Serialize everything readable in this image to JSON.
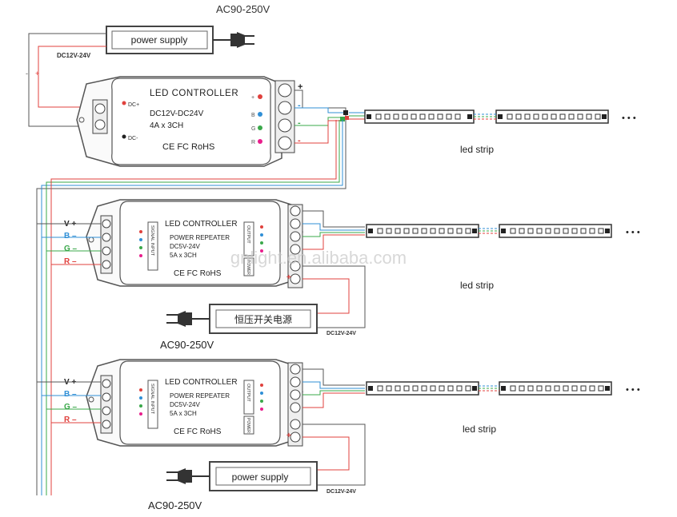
{
  "top": {
    "ac_label": "AC90-250V",
    "power_supply_label": "power supply",
    "dc_label": "DC12V-24V",
    "minus_sign": "-",
    "plus_sign": "+"
  },
  "controller": {
    "title": "LED CONTROLLER",
    "dc_plus": "DC+",
    "dc_minus": "DC-",
    "voltage": "DC12V-DC24V",
    "current": "4A x 3CH",
    "certs": "CE FC RoHS",
    "terminals": [
      "+",
      "B",
      "G",
      "R"
    ],
    "signs": [
      "+",
      "-",
      "-",
      "-"
    ]
  },
  "repeater1": {
    "title": "LED CONTROLLER",
    "subtitle": "POWER REPEATER",
    "voltage": "DC5V-24V",
    "current": "5A x 3CH",
    "certs": "CE FC RoHS",
    "signal_input": "SIGNAL INPUT",
    "output": "OUTPUT",
    "power": "POWER",
    "inputs": [
      "V +",
      "B –",
      "G –",
      "R –"
    ],
    "power_supply_label": "恒压开关电源",
    "dc_label": "DC12V-24V",
    "ac_label": "AC90-250V"
  },
  "repeater2": {
    "title": "LED CONTROLLER",
    "subtitle": "POWER REPEATER",
    "voltage": "DC5V-24V",
    "current": "5A x 3CH",
    "certs": "CE FC RoHS",
    "signal_input": "SIGNAL INPUT",
    "output": "OUTPUT",
    "power": "POWER",
    "inputs": [
      "V +",
      "B –",
      "G –",
      "R –"
    ],
    "power_supply_label": "power supply",
    "dc_label": "DC12V-24V",
    "ac_label": "AC90-250V"
  },
  "strips": {
    "label": "led strip",
    "ellipsis": "• • •"
  },
  "watermark": "gnlight.en.alibaba.com",
  "colors": {
    "red": "#e0413d",
    "blue": "#2f8fd6",
    "green": "#3aa84a",
    "wire_black": "#555555"
  }
}
